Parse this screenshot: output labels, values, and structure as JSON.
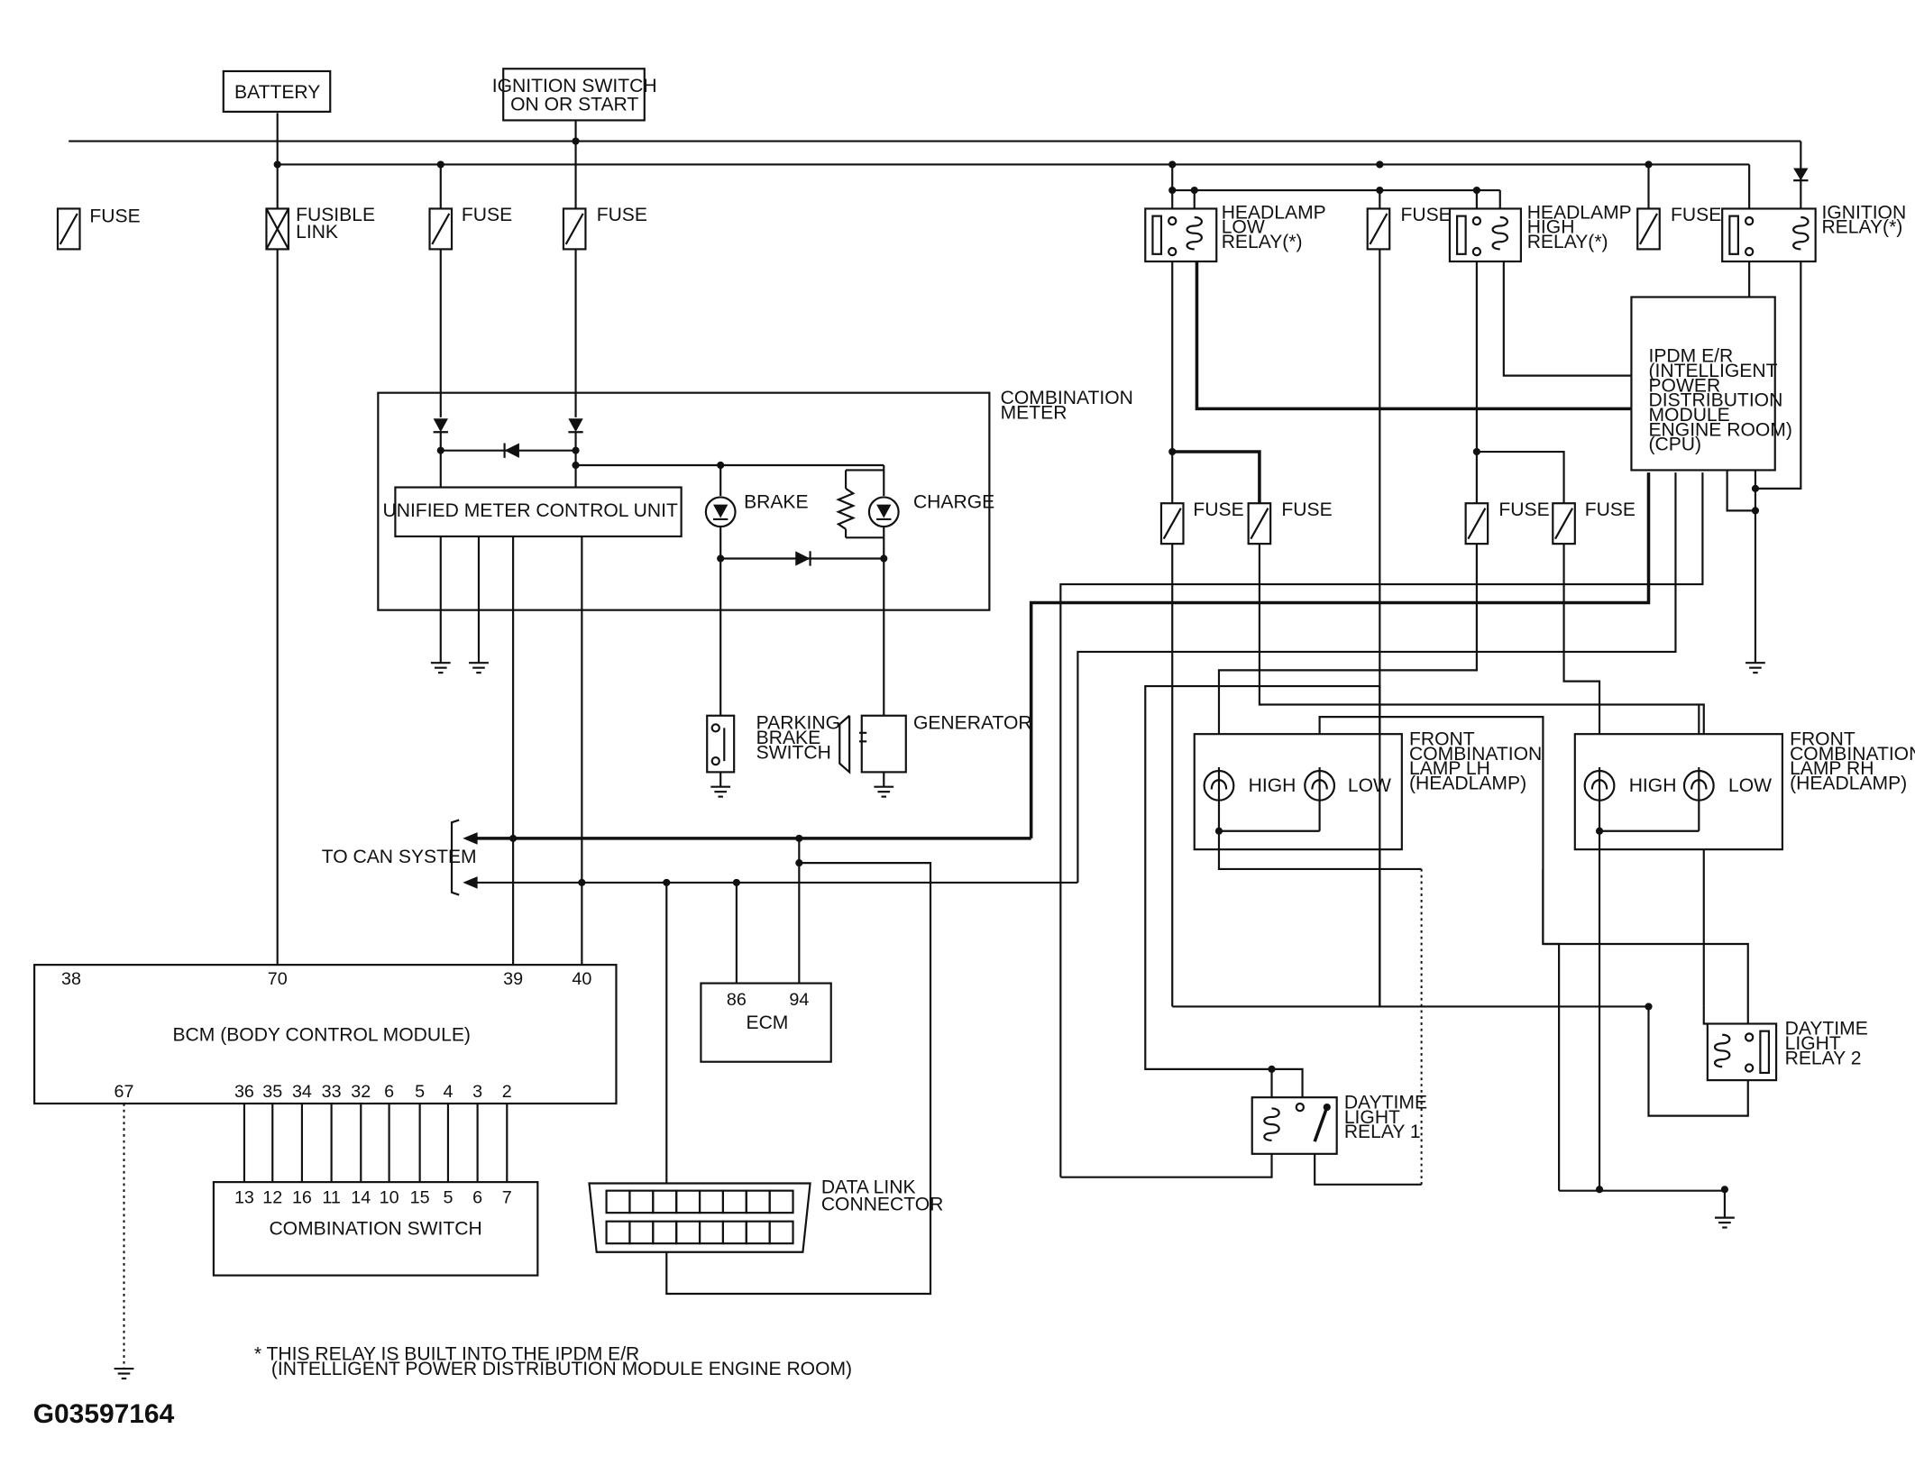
{
  "labels": {
    "battery": "BATTERY",
    "ignition_1": "IGNITION SWITCH",
    "ignition_2": "ON OR START",
    "fuse": "FUSE",
    "fusible_1": "FUSIBLE",
    "fusible_2": "LINK",
    "hl_low_1": "HEADLAMP",
    "hl_low_2": "LOW",
    "hl_low_3": "RELAY(*)",
    "hl_high_1": "HEADLAMP",
    "hl_high_2": "HIGH",
    "hl_high_3": "RELAY(*)",
    "ign_relay_1": "IGNITION",
    "ign_relay_2": "RELAY(*)",
    "ipdm_1": "IPDM E/R",
    "ipdm_2": "(INTELLIGENT",
    "ipdm_3": "POWER",
    "ipdm_4": "DISTRIBUTION",
    "ipdm_5": "MODULE",
    "ipdm_6": "ENGINE ROOM)",
    "ipdm_7": "(CPU)",
    "comb_meter_1": "COMBINATION",
    "comb_meter_2": "METER",
    "umcu": "UNIFIED METER CONTROL UNIT",
    "brake": "BRAKE",
    "charge": "CHARGE",
    "pbs_1": "PARKING",
    "pbs_2": "BRAKE",
    "pbs_3": "SWITCH",
    "generator": "GENERATOR",
    "can": "TO CAN SYSTEM",
    "fcl_lh_1": "FRONT",
    "fcl_lh_2": "COMBINATION",
    "fcl_lh_3": "LAMP LH",
    "fcl_lh_4": "(HEADLAMP)",
    "fcl_rh_1": "FRONT",
    "fcl_rh_2": "COMBINATION",
    "fcl_rh_3": "LAMP RH",
    "fcl_rh_4": "(HEADLAMP)",
    "high": "HIGH",
    "low": "LOW",
    "bcm": "BCM (BODY CONTROL MODULE)",
    "ecm": "ECM",
    "dtr2_1": "DAYTIME",
    "dtr2_2": "LIGHT",
    "dtr2_3": "RELAY 2",
    "dtr1_1": "DAYTIME",
    "dtr1_2": "LIGHT",
    "dtr1_3": "RELAY 1",
    "dlc_1": "DATA LINK",
    "dlc_2": "CONNECTOR",
    "comb_switch": "COMBINATION SWITCH",
    "note_1": "* THIS RELAY IS BUILT INTO THE IPDM E/R",
    "note_2": "(INTELLIGENT POWER DISTRIBUTION MODULE ENGINE ROOM)",
    "figure_id": "G03597164"
  },
  "pins": {
    "bcm_top": [
      "38",
      "70",
      "39",
      "40"
    ],
    "bcm_bottom": [
      "67",
      "36",
      "35",
      "34",
      "33",
      "32",
      "6",
      "5",
      "4",
      "3",
      "2"
    ],
    "comb_switch": [
      "13",
      "12",
      "16",
      "11",
      "14",
      "10",
      "15",
      "5",
      "6",
      "7"
    ],
    "ecm": [
      "86",
      "94"
    ]
  }
}
